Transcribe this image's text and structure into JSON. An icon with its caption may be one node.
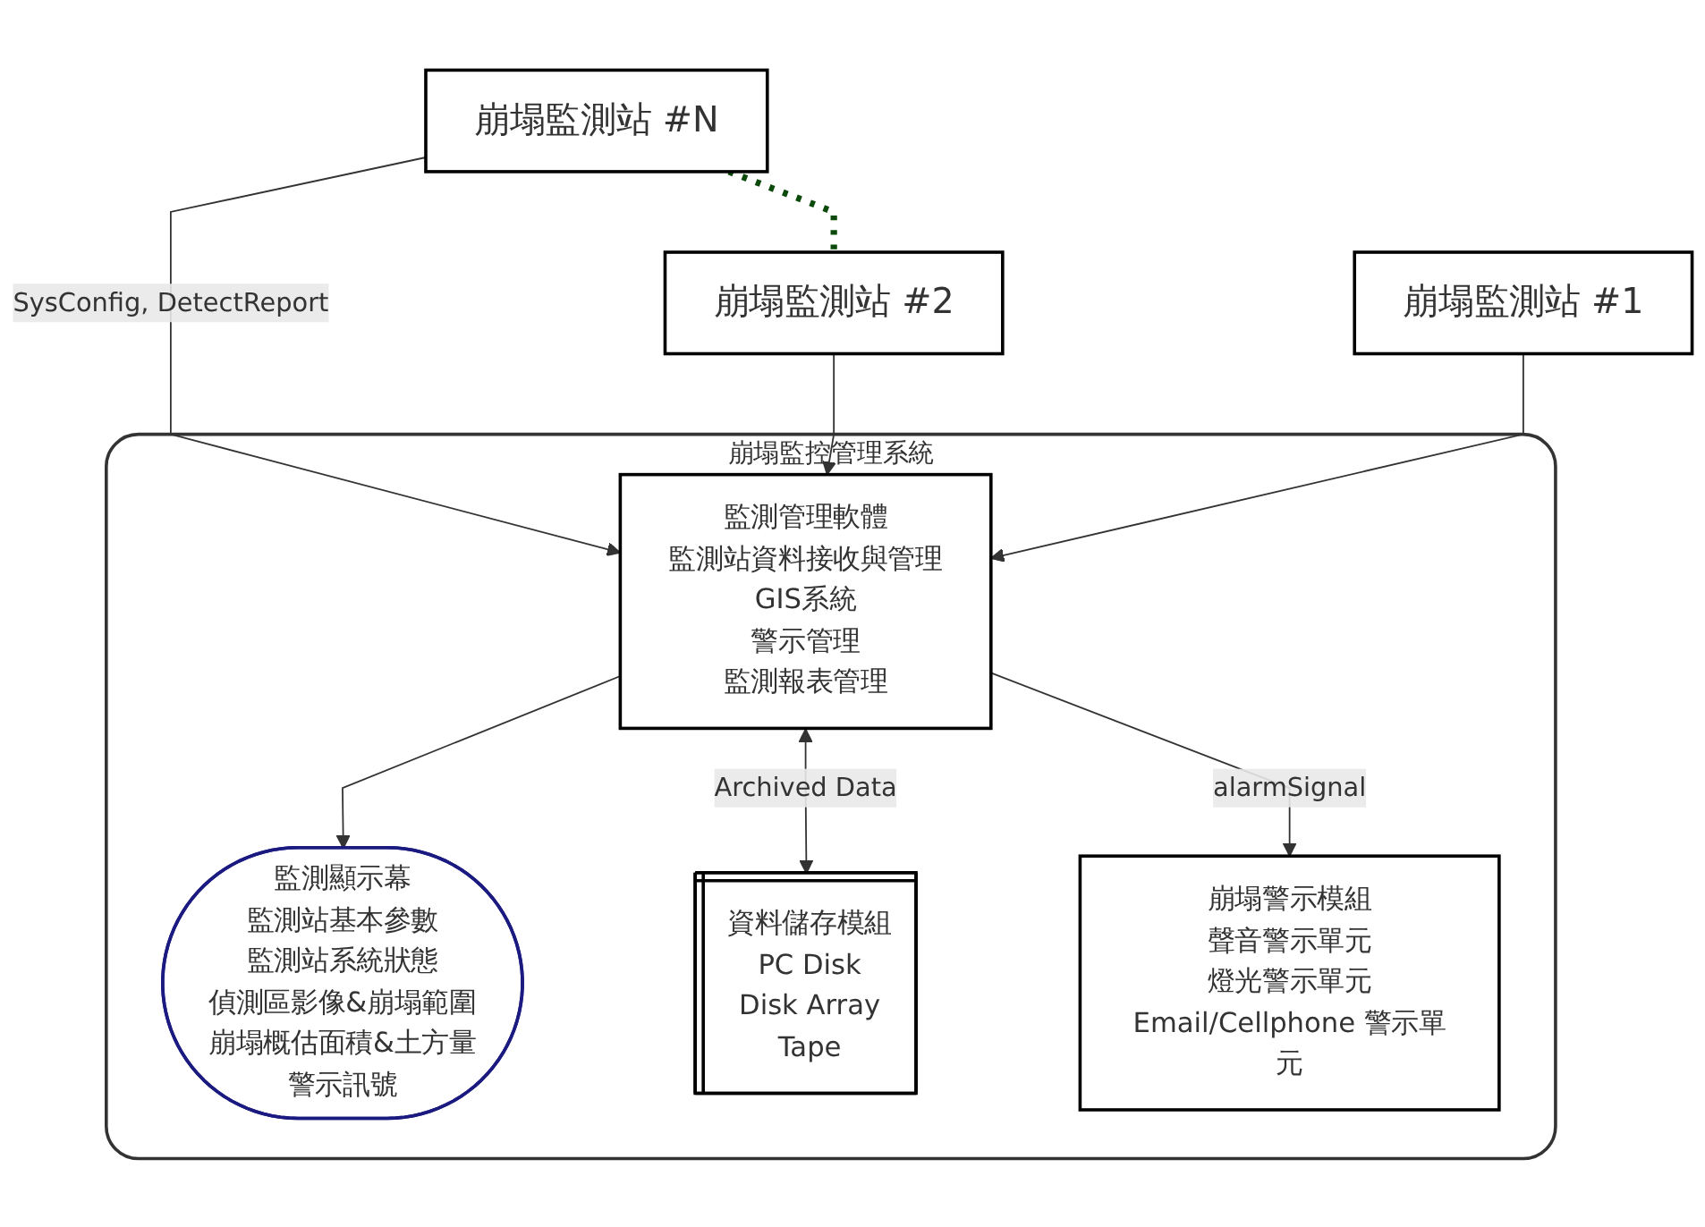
{
  "diagram": {
    "nodes": [
      {
        "text": [
          "崩塌監測站 #N"
        ]
      },
      {
        "text": [
          "崩塌監測站 #2"
        ]
      },
      {
        "text": [
          "崩塌監測站 #1"
        ]
      },
      {
        "text": [
          "崩塌監控管理系統"
        ]
      },
      {
        "text": [
          "監測管理軟體",
          "監測站資料接收與管理",
          "GIS系統",
          "警示管理",
          "監測報表管理"
        ],
        "in": 3
      },
      {
        "text": [
          "監測顯示幕",
          "監測站基本參數",
          "監測站系統狀態",
          "偵測區影像&崩塌範圍",
          "崩塌概估面積&土方量",
          "警示訊號"
        ],
        "in": 3
      },
      {
        "text": [
          "資料儲存模組",
          "PC Disk",
          "Disk Array",
          "Tape"
        ],
        "in": 3
      },
      {
        "text": [
          "崩塌警示模組",
          "聲音警示單元",
          "燈光警示單元",
          "Email/Cellphone 警示單元"
        ],
        "in": 3
      }
    ],
    "edges": [
      {
        "from": 0,
        "to": 1,
        "arrow": "none",
        "style": "dashed",
        "color": "#0b4a0b"
      },
      {
        "from": 0,
        "to": 4,
        "arrow": "to",
        "label": "SysConfig, DetectReport"
      },
      {
        "from": 1,
        "to": 4,
        "arrow": "to"
      },
      {
        "from": 2,
        "to": 4,
        "arrow": "to"
      },
      {
        "from": 4,
        "to": 5,
        "arrow": "to"
      },
      {
        "from": 4,
        "to": 6,
        "arrow": "both",
        "label": "Archived Data"
      },
      {
        "from": 4,
        "to": 7,
        "arrow": "to",
        "label": "alarmSignal"
      }
    ]
  }
}
